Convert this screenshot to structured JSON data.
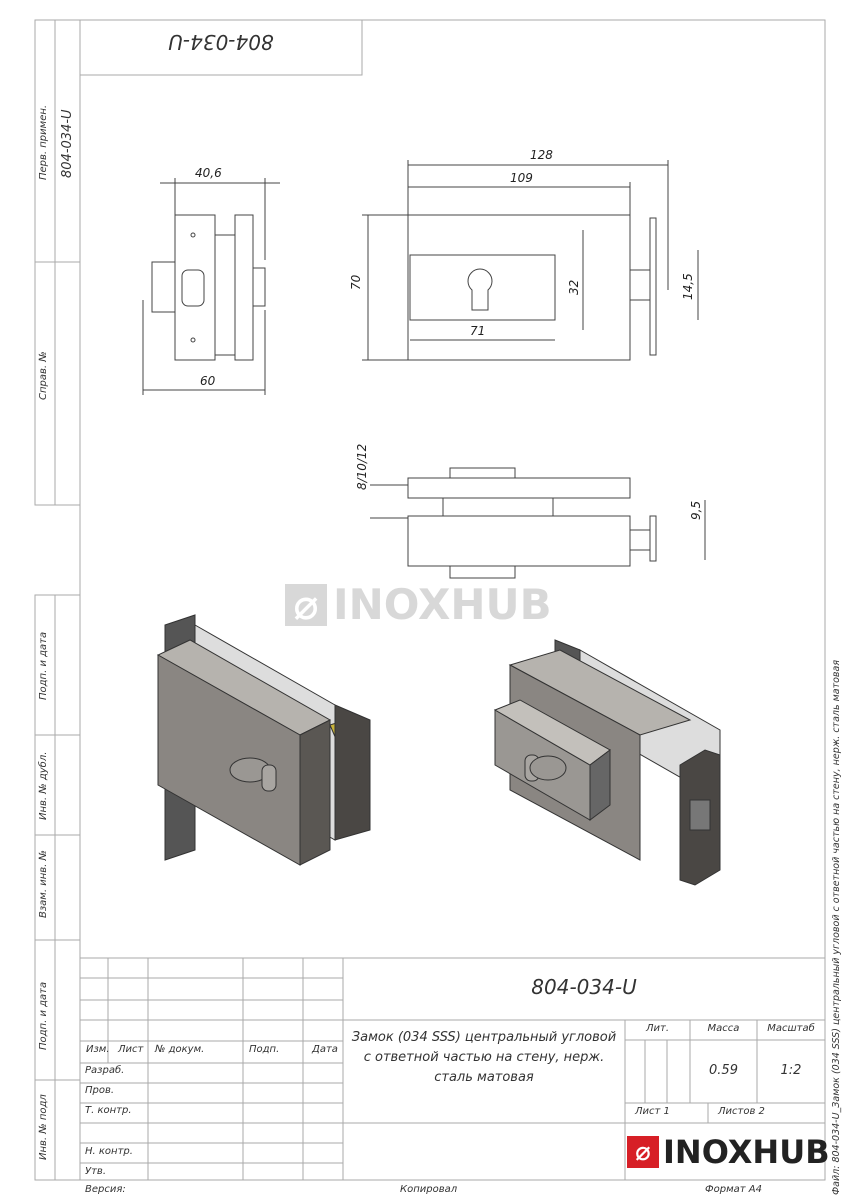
{
  "drawing_code": "804-034-U",
  "side_strip": {
    "perv_primen": "Перв. примен.",
    "perv_primen_value": "804-034-U",
    "sprav_no": "Справ. №",
    "podp_data_1": "Подп. и дата",
    "inv_dubl": "Инв. № дубл.",
    "vzam_inv": "Взам. инв. №",
    "podp_data_2": "Подп. и дата",
    "inv_podl": "Инв. № подл"
  },
  "dimensions": {
    "front_width": "40,6",
    "front_depth": "60",
    "side_overall": "128",
    "side_body": "109",
    "side_height": "70",
    "cylinder_height": "32",
    "cylinder_width": "71",
    "bolt_height": "14,5",
    "glass_thickness": "8/10/12",
    "bolt_offset": "9,5"
  },
  "watermark": "INOXHUB",
  "title_block": {
    "code": "804-034-U",
    "description": "Замок (034 SSS) центральный угловой с ответной частью на стену, нерж. сталь матовая",
    "headers": {
      "izm": "Изм.",
      "list": "Лист",
      "doc": "№ докум.",
      "podp": "Подп.",
      "data": "Дата"
    },
    "roles": [
      "Разраб.",
      "Пров.",
      "Т. контр.",
      "",
      "Н. контр.",
      "Утв."
    ],
    "lit_label": "Лит.",
    "mass_label": "Масса",
    "scale_label": "Масштаб",
    "mass": "0.59",
    "scale": "1:2",
    "sheet": "Лист 1",
    "sheets": "Листов 2",
    "logo": "INOXHUB"
  },
  "footer": {
    "version": "Версия:",
    "copied": "Копировал",
    "format": "Формат A4"
  },
  "file_label": "Файл: 804-034-U_Замок (034 SSS) центральный угловой с ответной частью на стену, нерж. сталь матовая",
  "colors": {
    "brand_red": "#d71f26",
    "line": "#555555",
    "metal": "#8a8682"
  }
}
